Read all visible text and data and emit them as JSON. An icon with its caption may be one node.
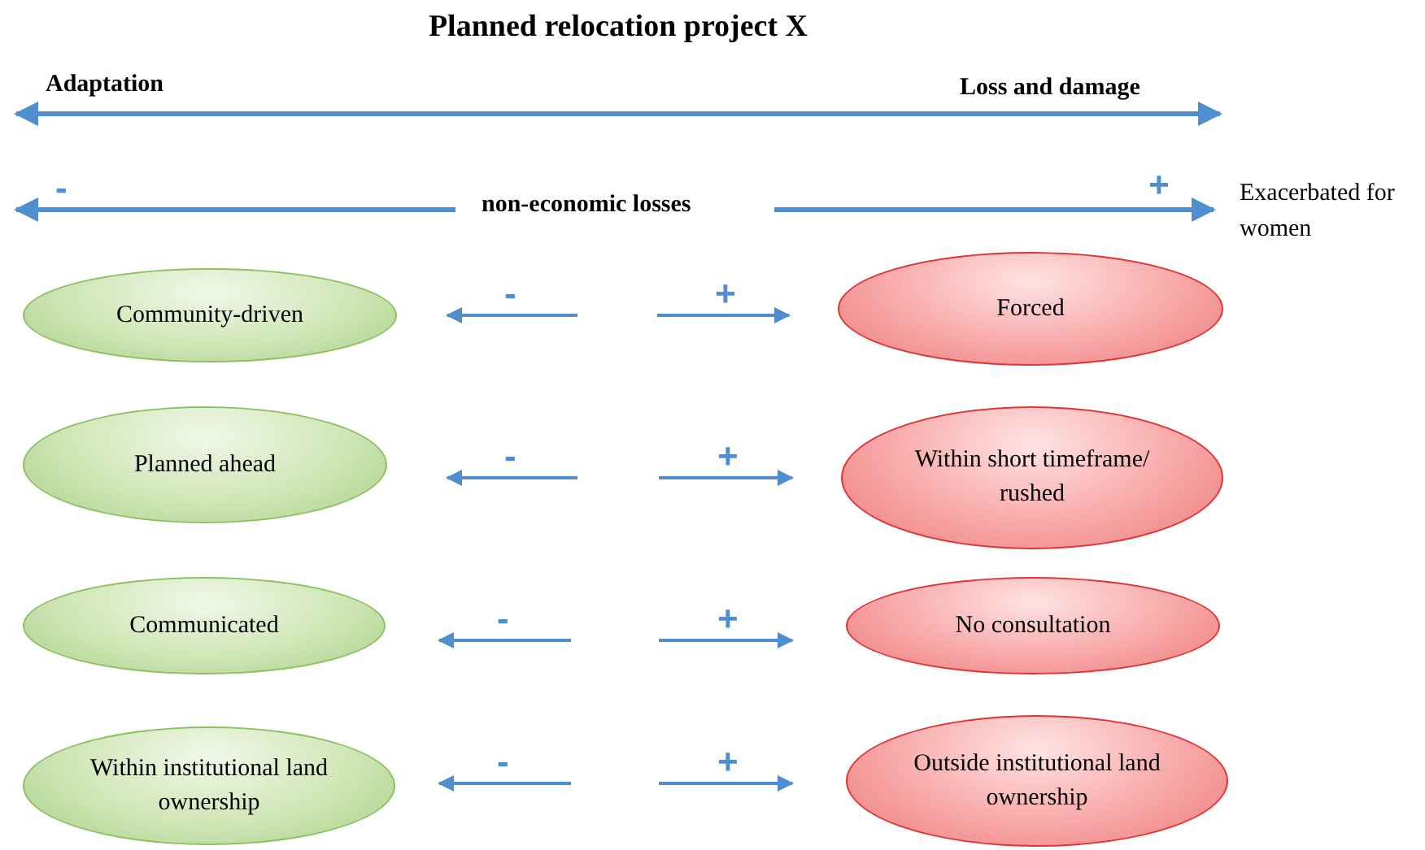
{
  "diagram": {
    "title": "Planned relocation project X",
    "nodes": [
      {
        "text": [
          "Community-driven"
        ]
      },
      {
        "text": [
          "Forced"
        ]
      },
      {
        "text": [
          "Planned ahead"
        ]
      },
      {
        "text": [
          "Within short timeframe/ rushed"
        ]
      },
      {
        "text": [
          "Communicated"
        ]
      },
      {
        "text": [
          "No consultation"
        ]
      },
      {
        "text": [
          "Within institutional land ownership"
        ]
      },
      {
        "text": [
          "Outside institutional land ownership"
        ]
      }
    ],
    "edges": [
      {
        "from": null,
        "to": 0,
        "arrow": "to",
        "label": "-"
      },
      {
        "from": null,
        "to": 1,
        "arrow": "to",
        "label": "+"
      },
      {
        "from": null,
        "to": 2,
        "arrow": "to",
        "label": "-"
      },
      {
        "from": null,
        "to": 3,
        "arrow": "to",
        "label": "+"
      },
      {
        "from": null,
        "to": 4,
        "arrow": "to",
        "label": "-"
      },
      {
        "from": null,
        "to": 5,
        "arrow": "to",
        "label": "+"
      },
      {
        "from": null,
        "to": 6,
        "arrow": "to",
        "label": "-"
      },
      {
        "from": null,
        "to": 7,
        "arrow": "to",
        "label": "+"
      }
    ],
    "labels": [
      "Adaptation",
      "Loss and damage",
      "-",
      "non-economic losses",
      "+",
      "Exacerbated for women"
    ]
  }
}
